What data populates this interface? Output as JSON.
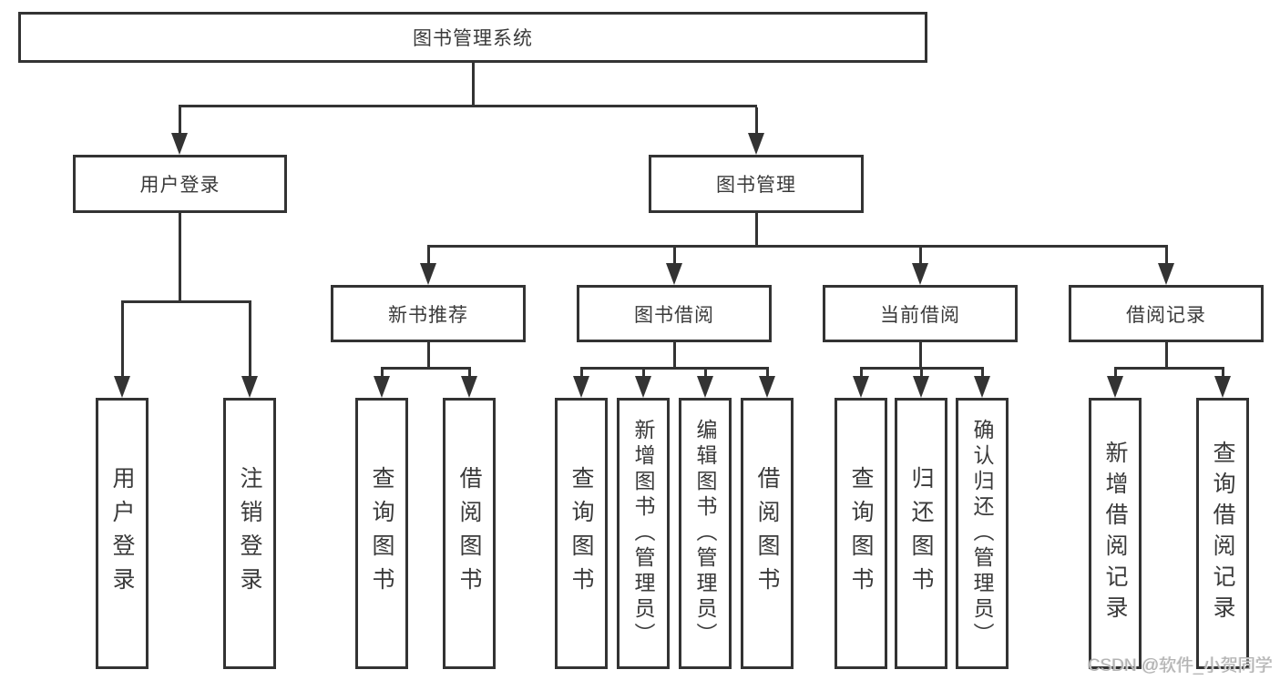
{
  "diagram": {
    "root": {
      "label": "图书管理系统"
    },
    "level2": [
      {
        "label": "用户登录"
      },
      {
        "label": "图书管理"
      }
    ],
    "level3": [
      {
        "parent": "图书管理",
        "label": "新书推荐"
      },
      {
        "parent": "图书管理",
        "label": "图书借阅"
      },
      {
        "parent": "图书管理",
        "label": "当前借阅"
      },
      {
        "parent": "图书管理",
        "label": "借阅记录"
      }
    ],
    "leaves": [
      {
        "parent": "用户登录",
        "label": "用户登录"
      },
      {
        "parent": "用户登录",
        "label": "注销登录"
      },
      {
        "parent": "新书推荐",
        "label": "查询图书"
      },
      {
        "parent": "新书推荐",
        "label": "借阅图书"
      },
      {
        "parent": "图书借阅",
        "label": "查询图书"
      },
      {
        "parent": "图书借阅",
        "label": "新增图书（管理员）"
      },
      {
        "parent": "图书借阅",
        "label": "编辑图书（管理员）"
      },
      {
        "parent": "图书借阅",
        "label": "借阅图书"
      },
      {
        "parent": "当前借阅",
        "label": "查询图书"
      },
      {
        "parent": "当前借阅",
        "label": "归还图书"
      },
      {
        "parent": "当前借阅",
        "label": "确认归还（管理员）"
      },
      {
        "parent": "借阅记录",
        "label": "新增借阅记录"
      },
      {
        "parent": "借阅记录",
        "label": "查询借阅记录"
      }
    ],
    "watermark": "CSDN @软件_小贺同学",
    "colors": {
      "line": "#333333",
      "text": "#3a3a3a",
      "background": "#ffffff",
      "watermark": "#b3b3b3"
    }
  }
}
